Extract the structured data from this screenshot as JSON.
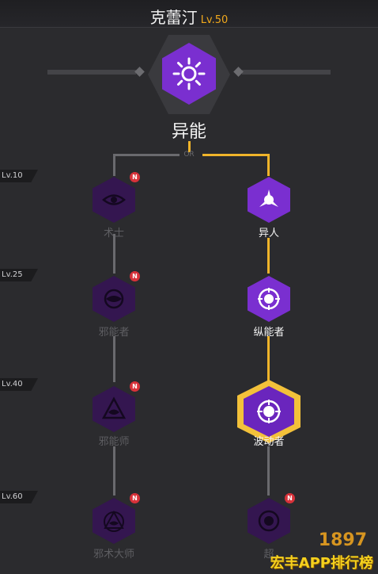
{
  "header": {
    "character_name": "克蕾汀",
    "level": "Lv.50"
  },
  "root": {
    "label": "异能",
    "or_text": "OR"
  },
  "levels": [
    "Lv.10",
    "Lv.25",
    "Lv.40",
    "Lv.60"
  ],
  "left_branch": [
    {
      "label": "术士",
      "badge": "N"
    },
    {
      "label": "邪能者",
      "badge": "N"
    },
    {
      "label": "邪能师",
      "badge": "N"
    },
    {
      "label": "邪术大师",
      "badge": "N"
    }
  ],
  "right_branch": [
    {
      "label": "异人"
    },
    {
      "label": "纵能者"
    },
    {
      "label": "波动者"
    },
    {
      "label": "超",
      "badge": "N"
    }
  ],
  "watermark": {
    "logo_text": "1897",
    "text": "宏丰APP排行榜"
  },
  "colors": {
    "active_purple": "#7a2fd0",
    "locked_purple": "#341650",
    "gold_path": "#f0b42a",
    "gray_path": "#6a6a6e",
    "level_accent": "#f0a81c",
    "badge_red": "#d8323a"
  }
}
